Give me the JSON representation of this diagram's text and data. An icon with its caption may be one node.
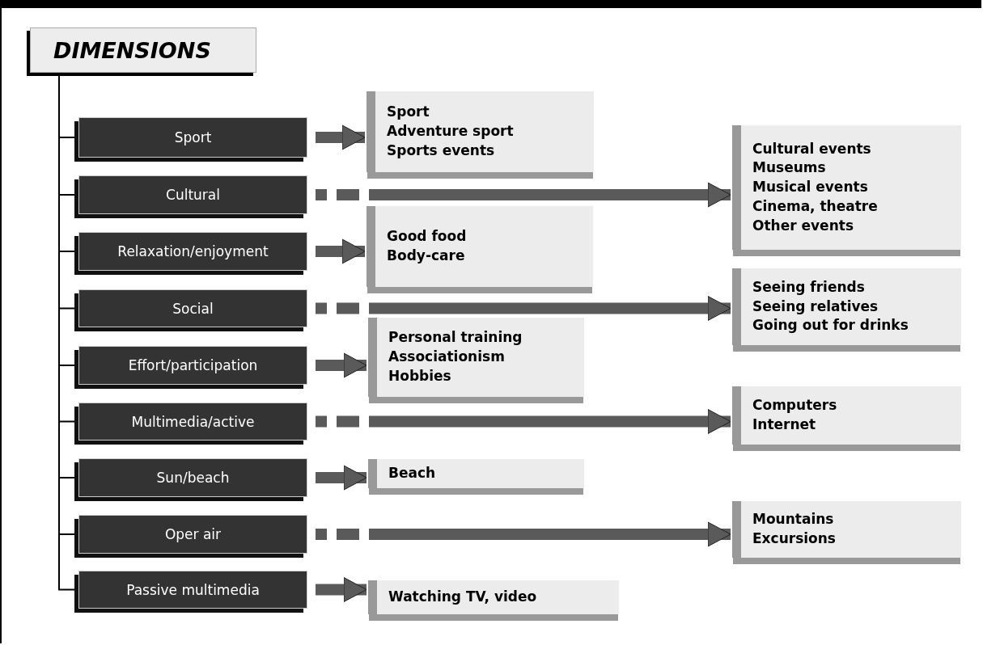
{
  "diagram": {
    "nodes": [
      {
        "text": [
          "DIMENSIONS"
        ]
      },
      {
        "text": [
          "Sport"
        ]
      },
      {
        "text": [
          "Cultural"
        ]
      },
      {
        "text": [
          "Relaxation/enjoyment"
        ]
      },
      {
        "text": [
          "Social"
        ]
      },
      {
        "text": [
          "Effort/participation"
        ]
      },
      {
        "text": [
          "Multimedia/active"
        ]
      },
      {
        "text": [
          "Sun/beach"
        ]
      },
      {
        "text": [
          "Oper air"
        ]
      },
      {
        "text": [
          "Passive multimedia"
        ]
      },
      {
        "text": [
          "Sport",
          "Adventure sport",
          "Sports events"
        ]
      },
      {
        "text": [
          "Cultural events",
          "Museums",
          "Musical events",
          "Cinema, theatre",
          "Other events"
        ]
      },
      {
        "text": [
          "Good food",
          "Body-care"
        ]
      },
      {
        "text": [
          "Seeing friends",
          "Seeing relatives",
          "Going out for drinks"
        ]
      },
      {
        "text": [
          "Personal training",
          "Associationism",
          "Hobbies"
        ]
      },
      {
        "text": [
          "Computers",
          "Internet"
        ]
      },
      {
        "text": [
          "Beach"
        ]
      },
      {
        "text": [
          "Mountains",
          "Excursions"
        ]
      },
      {
        "text": [
          "Watching TV, video"
        ]
      }
    ],
    "edges": [
      {
        "from": 0,
        "to": 1,
        "arrow": "none"
      },
      {
        "from": 0,
        "to": 2,
        "arrow": "none"
      },
      {
        "from": 0,
        "to": 3,
        "arrow": "none"
      },
      {
        "from": 0,
        "to": 4,
        "arrow": "none"
      },
      {
        "from": 0,
        "to": 5,
        "arrow": "none"
      },
      {
        "from": 0,
        "to": 6,
        "arrow": "none"
      },
      {
        "from": 0,
        "to": 7,
        "arrow": "none"
      },
      {
        "from": 0,
        "to": 8,
        "arrow": "none"
      },
      {
        "from": 0,
        "to": 9,
        "arrow": "none"
      },
      {
        "from": 1,
        "to": 10,
        "arrow": "to",
        "style": "thick"
      },
      {
        "from": 2,
        "to": 11,
        "arrow": "to",
        "style": "dashed"
      },
      {
        "from": 3,
        "to": 12,
        "arrow": "to",
        "style": "thick"
      },
      {
        "from": 4,
        "to": 13,
        "arrow": "to",
        "style": "dashed"
      },
      {
        "from": 5,
        "to": 14,
        "arrow": "to",
        "style": "thick"
      },
      {
        "from": 6,
        "to": 15,
        "arrow": "to",
        "style": "dashed"
      },
      {
        "from": 7,
        "to": 16,
        "arrow": "to",
        "style": "thick"
      },
      {
        "from": 8,
        "to": 17,
        "arrow": "to",
        "style": "dashed"
      },
      {
        "from": 9,
        "to": 18,
        "arrow": "to",
        "style": "thick"
      }
    ]
  }
}
